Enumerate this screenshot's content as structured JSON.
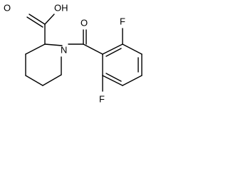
{
  "structure": {
    "atoms": {
      "hydroxyl": "OH",
      "carboxyl_oxygen": "O",
      "ring_nitrogen": "N",
      "amide_oxygen": "O",
      "fluorine_top": "F",
      "fluorine_bottom": "F"
    }
  },
  "colors": {
    "bond": "#000000",
    "label": "#000000",
    "background": "#ffffff"
  }
}
